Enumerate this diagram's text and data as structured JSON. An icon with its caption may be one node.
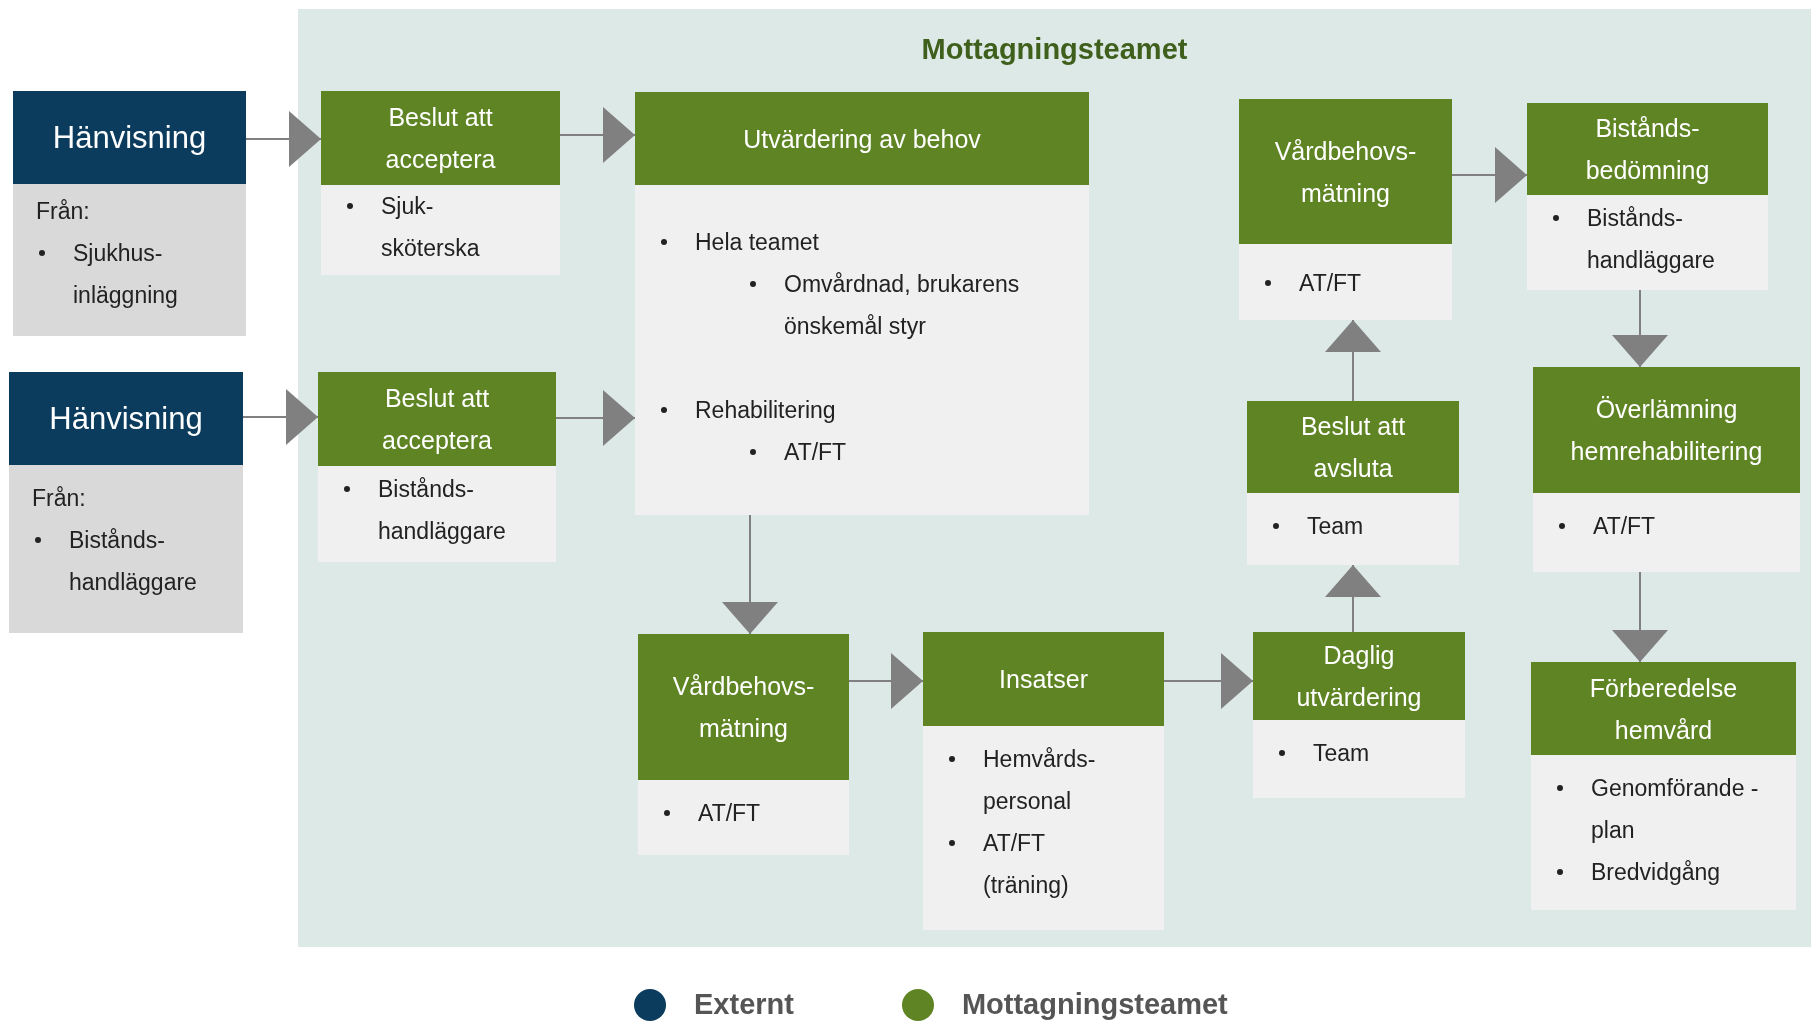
{
  "diagram": {
    "nodes": [
      {
        "text": [
          "Hänvisning",
          "Från:",
          "Sjukhus- inläggning"
        ]
      },
      {
        "text": [
          "Hänvisning",
          "Från:",
          "Bistånds- handläggare"
        ]
      },
      {
        "text": [
          "Mottagningsteamet"
        ]
      },
      {
        "text": [
          "Beslut att acceptera",
          "Sjuk- sköterska"
        ],
        "in": 2
      },
      {
        "text": [
          "Beslut att acceptera",
          "Bistånds- handläggare"
        ],
        "in": 2
      },
      {
        "text": [
          "Utvärdering av behov",
          "Hela teamet",
          "Omvårdnad, brukarens önskemål styr",
          "Rehabilitering",
          "AT/FT"
        ],
        "in": 2
      },
      {
        "text": [
          "Vårdbehovs- mätning",
          "AT/FT"
        ],
        "in": 2
      },
      {
        "text": [
          "Insatser",
          "Hemvårds- personal",
          "AT/FT (träning)"
        ],
        "in": 2
      },
      {
        "text": [
          "Daglig utvärdering",
          "Team"
        ],
        "in": 2
      },
      {
        "text": [
          "Beslut att avsluta",
          "Team"
        ],
        "in": 2
      },
      {
        "text": [
          "Vårdbehovs- mätning",
          "AT/FT"
        ],
        "in": 2
      },
      {
        "text": [
          "Bistånds- bedömning",
          "Bistånds- handläggare"
        ],
        "in": 2
      },
      {
        "text": [
          "Överlämning hemrehabilitering",
          "AT/FT"
        ],
        "in": 2
      },
      {
        "text": [
          "Förberedelse hemvård",
          "Genomförande -plan",
          "Bredvidgång"
        ],
        "in": 2
      }
    ],
    "edges": [
      {
        "from": 0,
        "to": 3,
        "arrow": "to"
      },
      {
        "from": 1,
        "to": 4,
        "arrow": "to"
      },
      {
        "from": 3,
        "to": 5,
        "arrow": "to"
      },
      {
        "from": 4,
        "to": 5,
        "arrow": "to"
      },
      {
        "from": 5,
        "to": 6,
        "arrow": "to"
      },
      {
        "from": 6,
        "to": 7,
        "arrow": "to"
      },
      {
        "from": 7,
        "to": 8,
        "arrow": "to"
      },
      {
        "from": 8,
        "to": 9,
        "arrow": "to"
      },
      {
        "from": 9,
        "to": 10,
        "arrow": "to"
      },
      {
        "from": 10,
        "to": 11,
        "arrow": "to"
      },
      {
        "from": 11,
        "to": 12,
        "arrow": "to"
      },
      {
        "from": 12,
        "to": 13,
        "arrow": "to"
      }
    ],
    "legend": [
      {
        "text": "Externt",
        "color": "#0b3c5d"
      },
      {
        "text": "Mottagningsteamet",
        "color": "#5e8424"
      }
    ]
  }
}
